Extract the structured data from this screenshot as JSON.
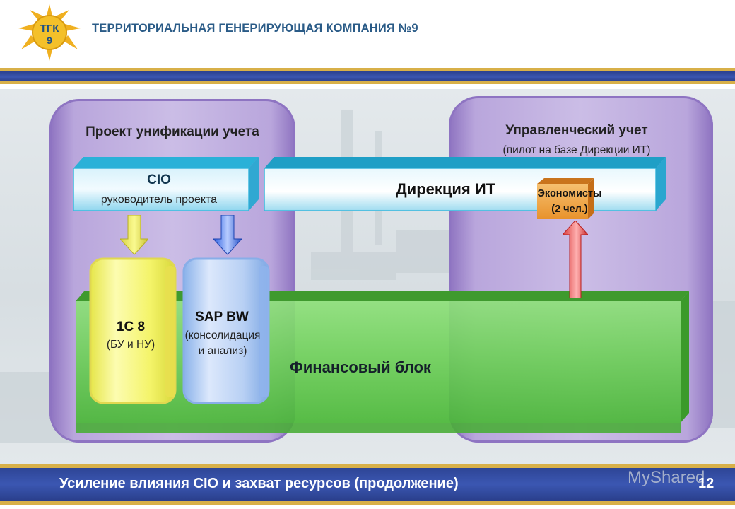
{
  "header": {
    "logo_text_line1": "ТГК",
    "logo_text_line2": "9",
    "company_name": "ТЕРРИТОРИАЛЬНАЯ ГЕНЕРИРУЮЩАЯ КОМПАНИЯ №9"
  },
  "diagram": {
    "left_panel_title": "Проект унификации учета",
    "right_panel_title": "Управленческий учет",
    "right_panel_subtitle": "(пилот на базе Дирекции ИТ)",
    "cio": {
      "title": "CIO",
      "subtitle": "руководитель проекта"
    },
    "directorate": "Дирекция ИТ",
    "economists": {
      "line1": "Экономисты",
      "line2": "(2 чел.)"
    },
    "system_1c": {
      "title": "1С 8",
      "subtitle": "(БУ и НУ)"
    },
    "system_sap": {
      "title": "SAP BW",
      "line2": "(консолидация",
      "line3": "и анализ)"
    },
    "finance_block": "Финансовый блок"
  },
  "footer": {
    "title": "Усиление влияния CIO и захват ресурсов (продолжение)",
    "page_number": "12",
    "watermark": "MyShared"
  },
  "colors": {
    "brand_blue": "#2a5b87",
    "band_blue": "#3a56b0",
    "band_gold": "#d8b048",
    "panel_purple": "#b9a6dc",
    "finance_green": "#5cc24a",
    "cyan_box": "#4fc8e8",
    "yellow_cylinder": "#f0f060",
    "blue_cylinder": "#a8c8f0",
    "economist_orange": "#f0a040",
    "arrow_red": "#e04848"
  }
}
